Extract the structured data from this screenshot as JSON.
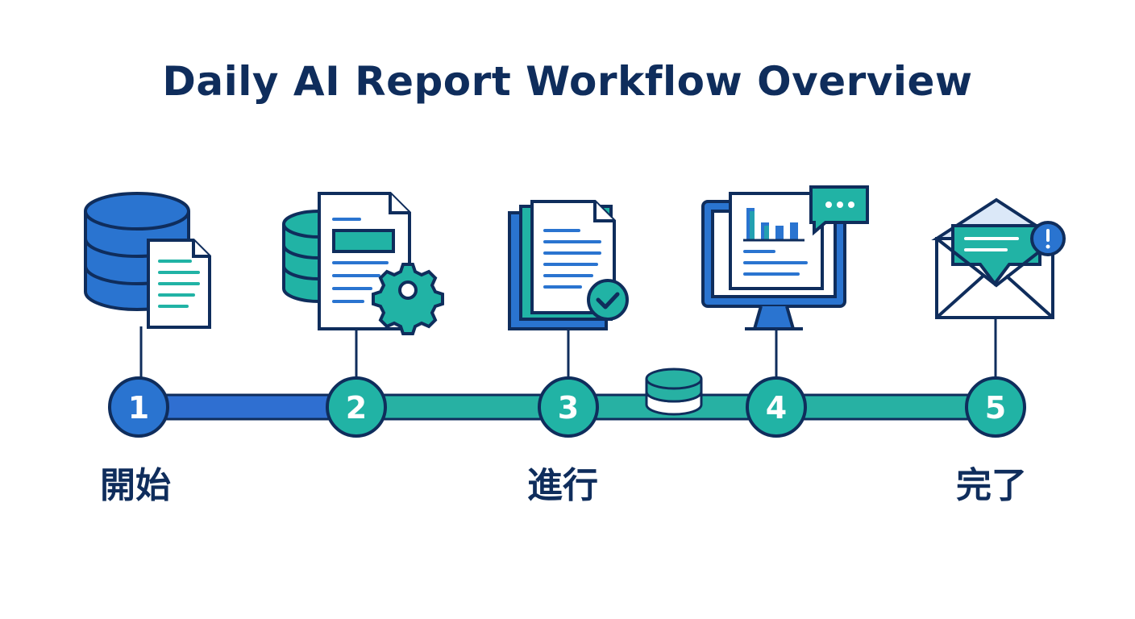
{
  "title": "Daily AI Report Workflow Overview",
  "steps": [
    {
      "number": "1",
      "icon": "database-document-icon"
    },
    {
      "number": "2",
      "icon": "document-gear-icon"
    },
    {
      "number": "3",
      "icon": "document-stack-check-icon"
    },
    {
      "number": "4",
      "icon": "monitor-chart-chat-icon"
    },
    {
      "number": "5",
      "icon": "envelope-alert-icon"
    }
  ],
  "stage_labels": {
    "start": "開始",
    "progress": "進行",
    "done": "完了"
  },
  "colors": {
    "navy": "#0f2d5c",
    "blue": "#2a74d0",
    "teal": "#21b3a5",
    "line_blue": "#2f6fd1",
    "line_teal": "#27b1a3"
  }
}
